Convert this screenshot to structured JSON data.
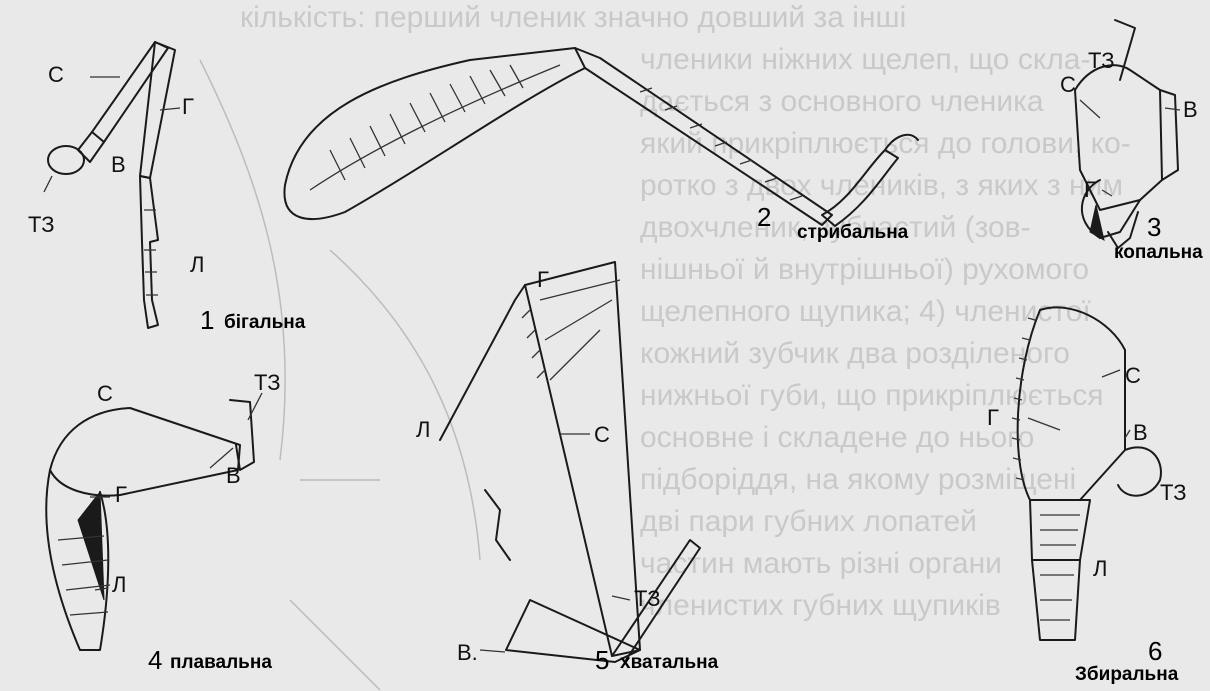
{
  "background_lines": [
    "кількість: перший членик значно довший за інші",
    "членики ніжних щелеп, що скла-",
    "дається з основного членика",
    "який прикріплюється до голови, ко-",
    "ротко з двох члеників, з яких з ним",
    "двохчленик, зубчастий (зов-",
    "нішньої й внутрішньої) рухомого",
    "щелепного щупика; 4) членистої",
    "кожний зубчик два розділеного",
    "нижньої губи, що прикріплюється",
    "основне і складене до нього",
    "підборіддя, на якому розміщені",
    "дві пари губних лопатей",
    "частин мають різні органи",
    "членистих губних щупиків"
  ],
  "figures": [
    {
      "number": "1",
      "caption": "бігальна",
      "labels": [
        "С",
        "Г",
        "В",
        "ТЗ",
        "Л"
      ]
    },
    {
      "number": "2",
      "caption": "стрибальна",
      "labels": []
    },
    {
      "number": "3",
      "caption": "копальна",
      "labels": [
        "С",
        "ТЗ",
        "В",
        "Г"
      ]
    },
    {
      "number": "4",
      "caption": "плавальна",
      "labels": [
        "С",
        "ТЗ",
        "Г",
        "В",
        "Л"
      ]
    },
    {
      "number": "5",
      "caption": "хватальна",
      "labels": [
        "Г",
        "Л",
        "С",
        "В.",
        "ТЗ"
      ]
    },
    {
      "number": "6",
      "caption": "Збиральна",
      "labels": [
        "С",
        "Г",
        "В",
        "ТЗ",
        "Л"
      ]
    }
  ]
}
